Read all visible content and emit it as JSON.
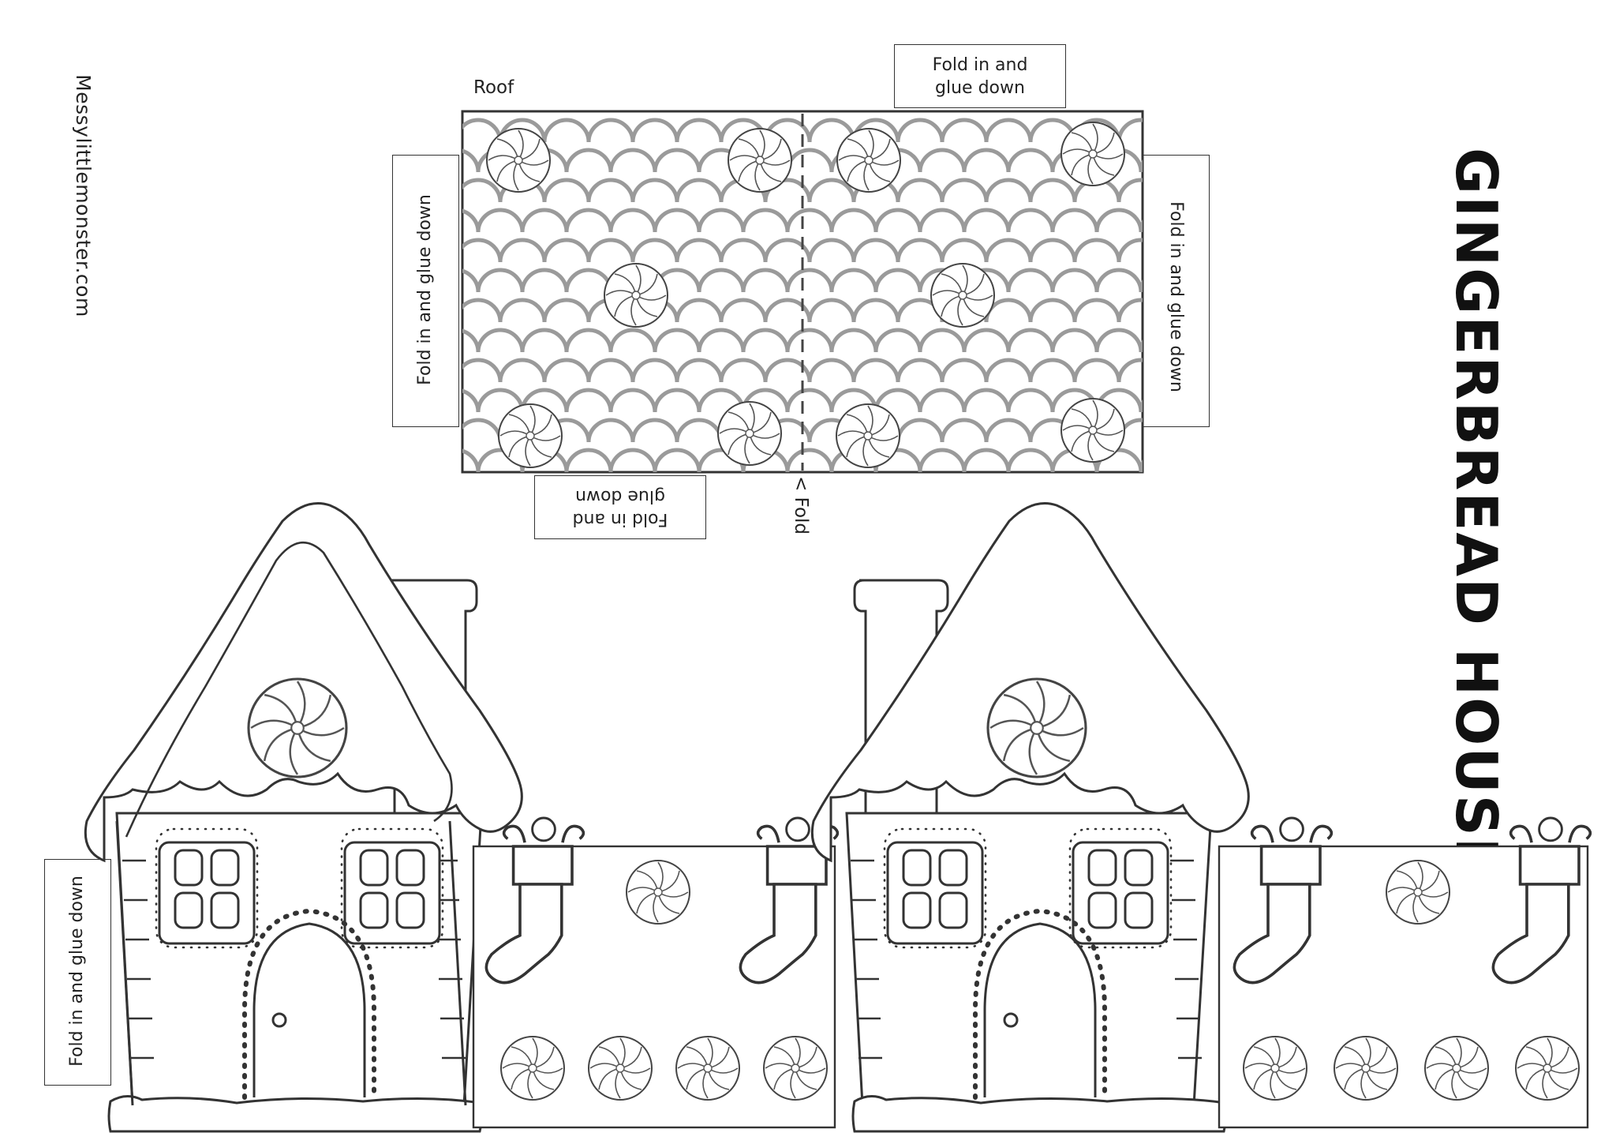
{
  "website": "Messylittlemonster.com",
  "title": "GINGERBREAD HOUSE",
  "roof_label": "Roof",
  "tabs": {
    "top_two_line": [
      "Fold in and",
      "glue  down"
    ],
    "roof_left": "Fold in and glue  down",
    "roof_right": "Fold in and glue  down",
    "bottom_flipped": [
      "Fold in and",
      "glue  down"
    ],
    "house_left": "Fold in and glue  down"
  },
  "fold_label": "< Fold"
}
